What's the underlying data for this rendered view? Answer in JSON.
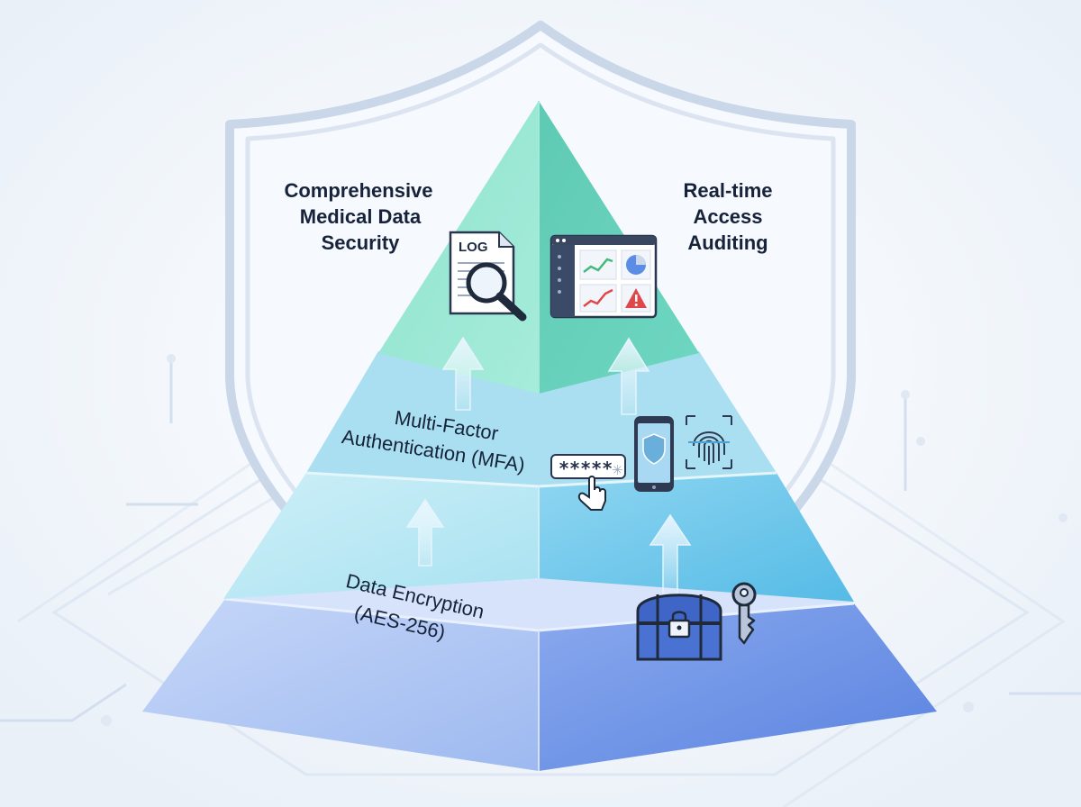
{
  "diagram": {
    "top_layer": {
      "left_label": [
        "Comprehensive",
        "Medical Data",
        "Security"
      ],
      "right_label": [
        "Real-time",
        "Access",
        "Auditing"
      ],
      "log_icon_text": "LOG"
    },
    "middle_layer": {
      "label": [
        "Multi-Factor",
        "Authentication (MFA)"
      ],
      "password_mask": "*****"
    },
    "bottom_layer": {
      "label": [
        "Data Encryption",
        "(AES-256)"
      ]
    }
  },
  "colors": {
    "background": "#f3f7fc",
    "shield_outline": "#c5d3e6",
    "top_face_left": "#72d8c2",
    "top_face_right": "#5cc8b3",
    "middle_face_left": "#bde9f4",
    "middle_face_right": "#62c3e9",
    "bottom_face_left": "#b9cdf6",
    "bottom_face_right": "#6b93e6",
    "label_text": "#16233a",
    "warning_red": "#e0474a",
    "chart_green": "#43b97a"
  },
  "icons": [
    "shield-icon",
    "log-document-icon",
    "magnifier-icon",
    "dashboard-icon",
    "warning-icon",
    "password-field-icon",
    "pointer-hand-icon",
    "smartphone-icon",
    "fingerprint-icon",
    "treasure-chest-icon",
    "padlock-icon",
    "key-icon",
    "up-arrow-icon"
  ]
}
